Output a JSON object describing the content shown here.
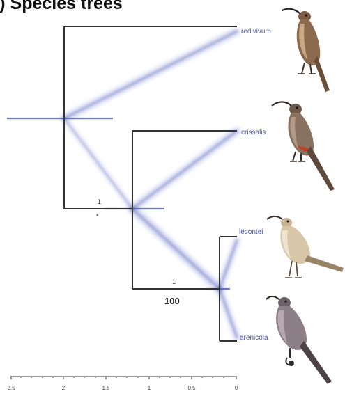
{
  "figure": {
    "title": "b) Species trees"
  },
  "taxa": [
    {
      "id": "redivivum",
      "label": "redivivum"
    },
    {
      "id": "crissalis",
      "label": "crissalis"
    },
    {
      "id": "lecontei",
      "label": "lecontei"
    },
    {
      "id": "arenicola",
      "label": "arenicola"
    }
  ],
  "support": {
    "root_left": "1",
    "root_left_mark": "*",
    "crissalis_node": "1",
    "lecontei_arenicola_node": "100"
  },
  "axis": {
    "ticks": [
      "2.5",
      "2",
      "1.5",
      "1",
      "0.5",
      "0"
    ]
  },
  "colors": {
    "branch": "#333333",
    "densitree": "#4b5bbd",
    "node_bar": "#3e4fb0",
    "label": "#4a56a6"
  },
  "icons": {
    "bird_redivivum": "curve-billed-thrasher-brown",
    "bird_crissalis": "curve-billed-thrasher-rufous-vent",
    "bird_lecontei": "pale-thrasher",
    "bird_arenicola": "grey-thrasher"
  }
}
